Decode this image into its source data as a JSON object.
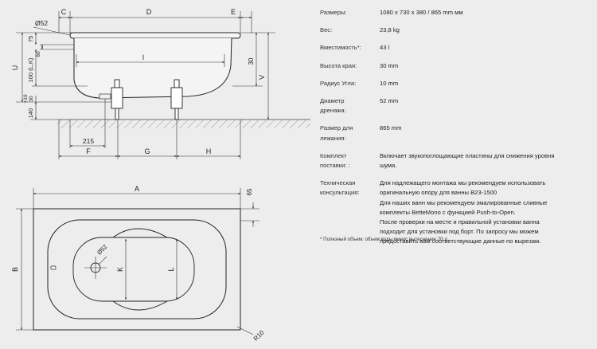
{
  "drawing": {
    "side_labels": {
      "C": "C",
      "D": "D",
      "E": "E",
      "drain": "Ø52",
      "d75": "75",
      "d60": "60",
      "l100": "100 (L,K)",
      "U": "U",
      "V": "V",
      "l": "l",
      "d30": "30",
      "d10": "+10",
      "d30b": "30",
      "d140": "140",
      "d215": "215",
      "F": "F",
      "G": "G",
      "H": "H"
    },
    "top_labels": {
      "A": "A",
      "d65": "65",
      "B": "B",
      "drain": "Ø52",
      "K": "K",
      "L": "L",
      "R10": "R10"
    }
  },
  "specs": [
    {
      "label": [
        "Размеры:"
      ],
      "value": [
        "1080 x 730 x 380 / 865 mm мм"
      ]
    },
    {
      "label": [
        "Вес:"
      ],
      "value": [
        "23,8 kg"
      ]
    },
    {
      "label": [
        "Вместимость*:"
      ],
      "value": [
        "43 l"
      ]
    },
    {
      "label": [
        "Высота края:"
      ],
      "value": [
        "30 mm"
      ]
    },
    {
      "label": [
        "Радиус Угла:"
      ],
      "value": [
        "10 mm"
      ]
    },
    {
      "label": [
        "Диаметр",
        "дренажа:"
      ],
      "value": [
        "52 mm"
      ]
    },
    {
      "label": [
        "Размер для",
        "лежания:"
      ],
      "value": [
        "865 mm"
      ]
    },
    {
      "label": [
        "Комплект",
        "поставки: :"
      ],
      "value": [
        "Включает звукопоглощающие пластины для снижения уровня",
        "шума."
      ]
    },
    {
      "label": [
        "Техническая",
        "консультация:"
      ],
      "value": [
        "Для надлежащего монтажа мы рекомендуем использовать",
        "оригинальную опору для ванны B23-1500",
        "Для наших ванн мы рекомендуем эмалированные сливные",
        "комплекты BetteMono с функцией Push-to-Open.",
        "После проверки на месте и правильной установки ванна",
        "подходит для установки под борт. По запросу мы можем",
        "предоставить вам соответствующие данные по вырезам."
      ]
    }
  ],
  "footnote": "* Полезный объем: объем воды минус вытеснение 70 л."
}
